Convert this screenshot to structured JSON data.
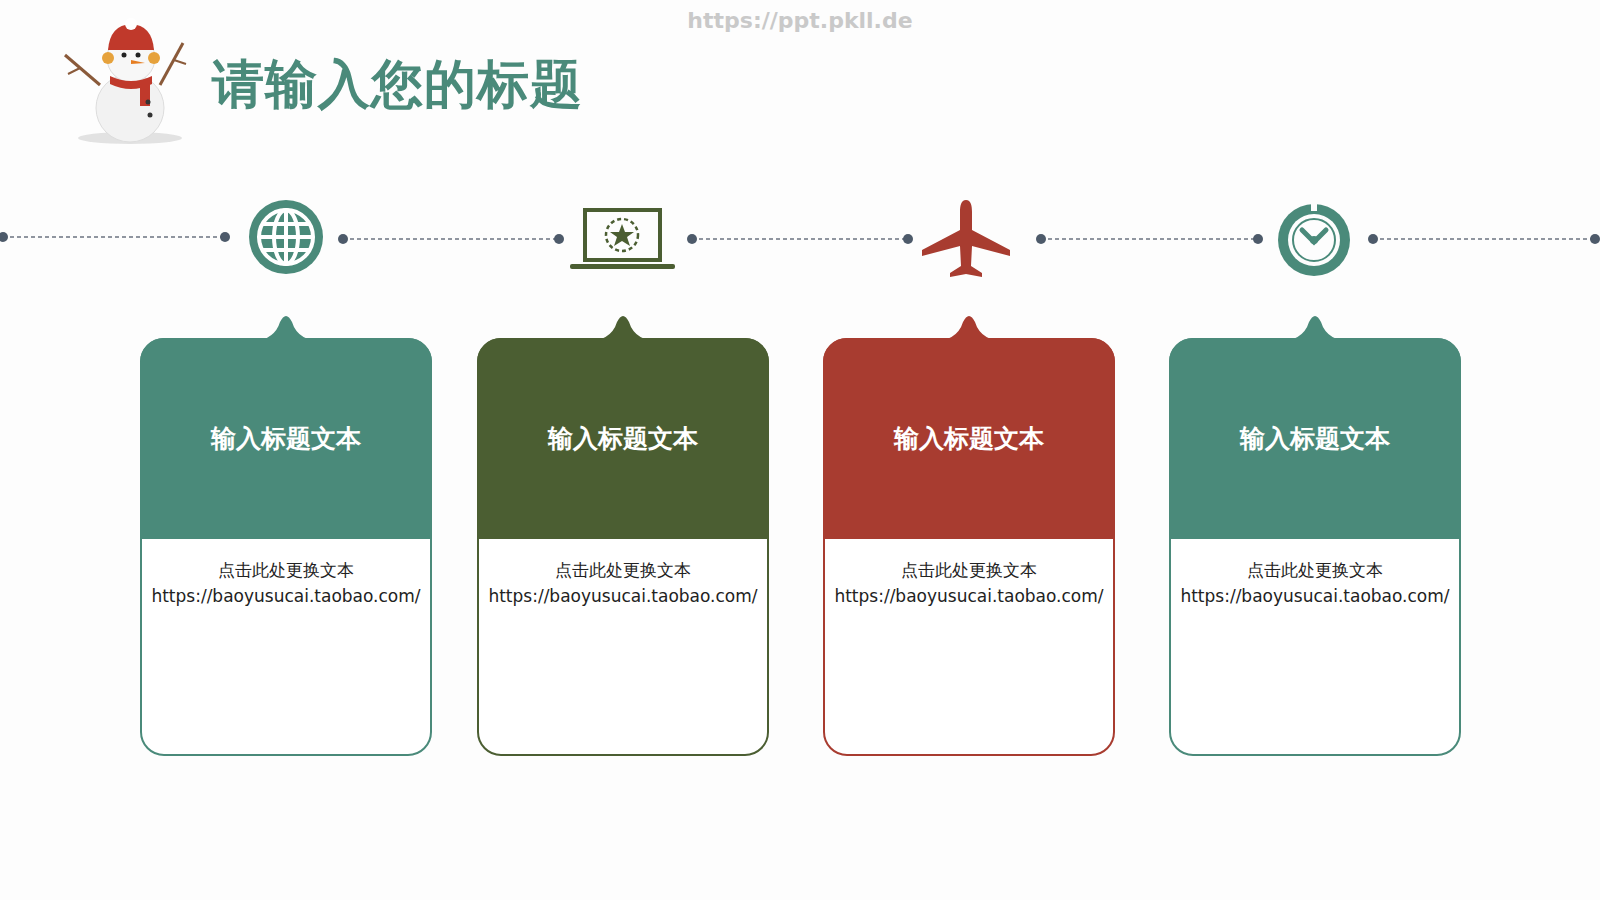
{
  "diagram": {
    "title": "请输入您的标题",
    "nodes": [
      {
        "text": [
          "输入标题文本",
          "点击此处更换文本",
          "https://baoyusucai.taobao.com/"
        ]
      },
      {
        "text": [
          "输入标题文本",
          "点击此处更换文本",
          "https://baoyusucai.taobao.com/"
        ]
      },
      {
        "text": [
          "输入标题文本",
          "点击此处更换文本",
          "https://baoyusucai.taobao.com/"
        ]
      },
      {
        "text": [
          "输入标题文本",
          "点击此处更换文本",
          "https://baoyusucai.taobao.com/"
        ]
      }
    ],
    "labels": [
      "https://ppt.pkll.de"
    ]
  }
}
